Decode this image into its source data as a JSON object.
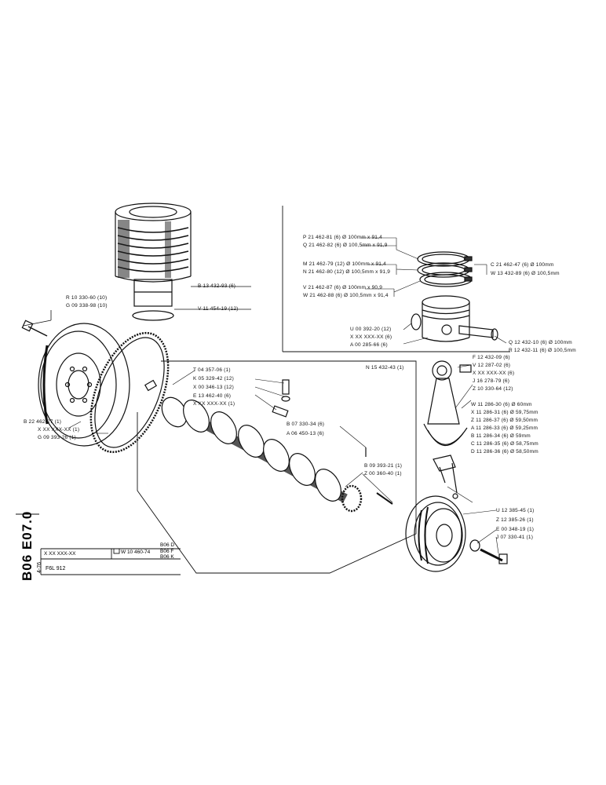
{
  "sheet": {
    "code_big": "B06 E07.0",
    "code_small": "4-76",
    "engine_model": "F6L 912",
    "placeholder_code": "X XX XXX-XX",
    "option_ref": "W 10 460-74",
    "variants": [
      "B06 D",
      "B06 F",
      "B06 K"
    ]
  },
  "labels": {
    "cyl_b": "B 13 432-93 (6)",
    "cyl_v": "V 11 454-19 (12)",
    "fly_r": "R 10 330-60 (10)",
    "fly_g": "G 09 338-98 (10)",
    "fly_b": "B 22 462-27 (1)",
    "fly_x": "X XX XXX-XX (1)",
    "fly_g2": "G 09 393-26 (1)",
    "pis_p": "P 21 462-81 (6) Ø 100mm x 91,4",
    "pis_q": "Q 21 462-82 (6) Ø 100,5mm x 91,9",
    "pis_m": "M 21 462-79 (12) Ø 100mm x 91,4",
    "pis_n": "N 21 462-80 (12) Ø 100,5mm x 91,9",
    "pis_v": "V 21 462-87 (6) Ø 100mm x 90,9",
    "pis_w": "W 21 462-88 (6) Ø 100,5mm x 91,4",
    "pis_c": "C 21 462-47 (6) Ø 100mm",
    "pis_w2": "W 13 432-89 (6) Ø 100,5mm",
    "pis_u": "U 00 392-20 (12)",
    "pis_x": "X XX XXX-XX (6)",
    "pis_a": "A 00 285-66 (6)",
    "pin_q": "Q 12 432-10 (6) Ø 100mm",
    "pin_r": "R 12 432-11 (6) Ø 100,5mm",
    "crk_t": "T 04 357-06 (1)",
    "crk_k": "K 05 329-42 (12)",
    "crk_x": "X 00 346-13 (12)",
    "crk_e": "E 13 462-40 (6)",
    "crk_xx": "X XX XXX-XX (1)",
    "crk_n": "N 15 432-43 (1)",
    "crk_b": "B 07 330-34 (6)",
    "crk_a": "A 06 450-13 (6)",
    "crk_b2": "B 09 393-21 (1)",
    "crk_z": "Z 00 360-40 (1)",
    "rod_f": "F 12 432-09 (6)",
    "rod_v": "V 12 287-02 (6)",
    "rod_x": "X XX XXX-XX (6)",
    "rod_j": "J 16 278-79 (6)",
    "rod_z": "Z 10 330-64 (12)",
    "brg_w": "W 11 286-30 (6) Ø 60mm",
    "brg_x": "X 11 286-31 (6) Ø 59,75mm",
    "brg_z": "Z 11 286-37 (6) Ø 59,50mm",
    "brg_a": "A 11 286-33 (6) Ø 59,25mm",
    "brg_b": "B 11 286-34 (6) Ø 59mm",
    "brg_c": "C 11 286-35 (6) Ø 58,75mm",
    "brg_d": "D 11 286-36 (6) Ø 58,50mm",
    "pul_u": "U 12 385-45 (1)",
    "pul_z": "Z 12 385-26 (1)",
    "pul_e": "E 00 348-19 (1)",
    "pul_j": "J 07 330-41 (1)"
  }
}
